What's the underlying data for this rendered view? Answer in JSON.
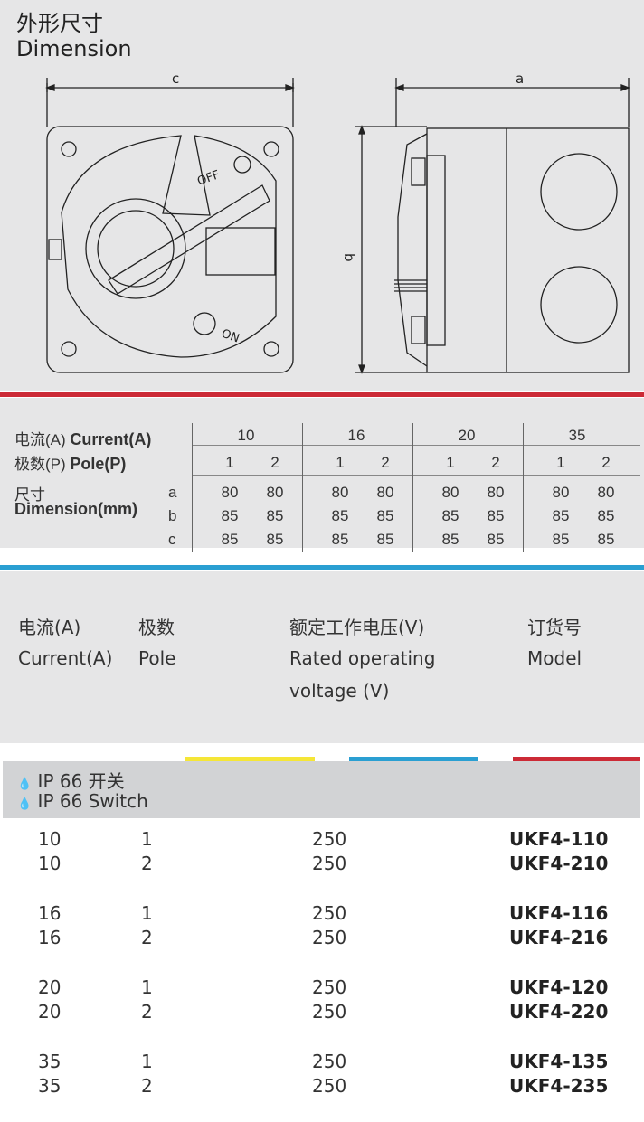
{
  "title": {
    "cn": "外形尺寸",
    "en": "Dimension"
  },
  "drawing": {
    "label_c": "c",
    "label_a": "a",
    "label_b": "b",
    "off": "OFF",
    "on": "ON"
  },
  "spec": {
    "current_label_cn": "电流(A)",
    "current_label_en": "Current(A)",
    "pole_label_cn": "极数(P)",
    "pole_label_en": "Pole(P)",
    "dim_label_cn": "尺寸",
    "dim_label_en": "Dimension(mm)",
    "dim_keys": [
      "a",
      "b",
      "c"
    ],
    "groups": [
      {
        "current": "10",
        "poles": [
          "1",
          "2"
        ],
        "a": [
          "80",
          "80"
        ],
        "b": [
          "85",
          "85"
        ],
        "c": [
          "85",
          "85"
        ]
      },
      {
        "current": "16",
        "poles": [
          "1",
          "2"
        ],
        "a": [
          "80",
          "80"
        ],
        "b": [
          "85",
          "85"
        ],
        "c": [
          "85",
          "85"
        ]
      },
      {
        "current": "20",
        "poles": [
          "1",
          "2"
        ],
        "a": [
          "80",
          "80"
        ],
        "b": [
          "85",
          "85"
        ],
        "c": [
          "85",
          "85"
        ]
      },
      {
        "current": "35",
        "poles": [
          "1",
          "2"
        ],
        "a": [
          "80",
          "80"
        ],
        "b": [
          "85",
          "85"
        ],
        "c": [
          "85",
          "85"
        ]
      }
    ]
  },
  "order_header": {
    "current_cn": "电流(A)",
    "current_en": "Current(A)",
    "pole_cn": "极数",
    "pole_en": "Pole",
    "voltage_cn": "额定工作电压(V)",
    "voltage_en1": "Rated operating",
    "voltage_en2": "voltage (V)",
    "model_cn": "订货号",
    "model_en": "Model"
  },
  "colors": {
    "yellow": "#f5e637",
    "blue": "#2a9fd2",
    "red": "#cc2a36"
  },
  "section": {
    "icon": "water-drops-icon",
    "cn": "IP 66 开关",
    "en": "IP 66 Switch"
  },
  "rows": [
    {
      "current": "10",
      "pole": "1",
      "voltage": "250",
      "model": "UKF4-110"
    },
    {
      "current": "10",
      "pole": "2",
      "voltage": "250",
      "model": "UKF4-210"
    },
    {
      "current": "16",
      "pole": "1",
      "voltage": "250",
      "model": "UKF4-116"
    },
    {
      "current": "16",
      "pole": "2",
      "voltage": "250",
      "model": "UKF4-216"
    },
    {
      "current": "20",
      "pole": "1",
      "voltage": "250",
      "model": "UKF4-120"
    },
    {
      "current": "20",
      "pole": "2",
      "voltage": "250",
      "model": "UKF4-220"
    },
    {
      "current": "35",
      "pole": "1",
      "voltage": "250",
      "model": "UKF4-135"
    },
    {
      "current": "35",
      "pole": "2",
      "voltage": "250",
      "model": "UKF4-235"
    }
  ]
}
